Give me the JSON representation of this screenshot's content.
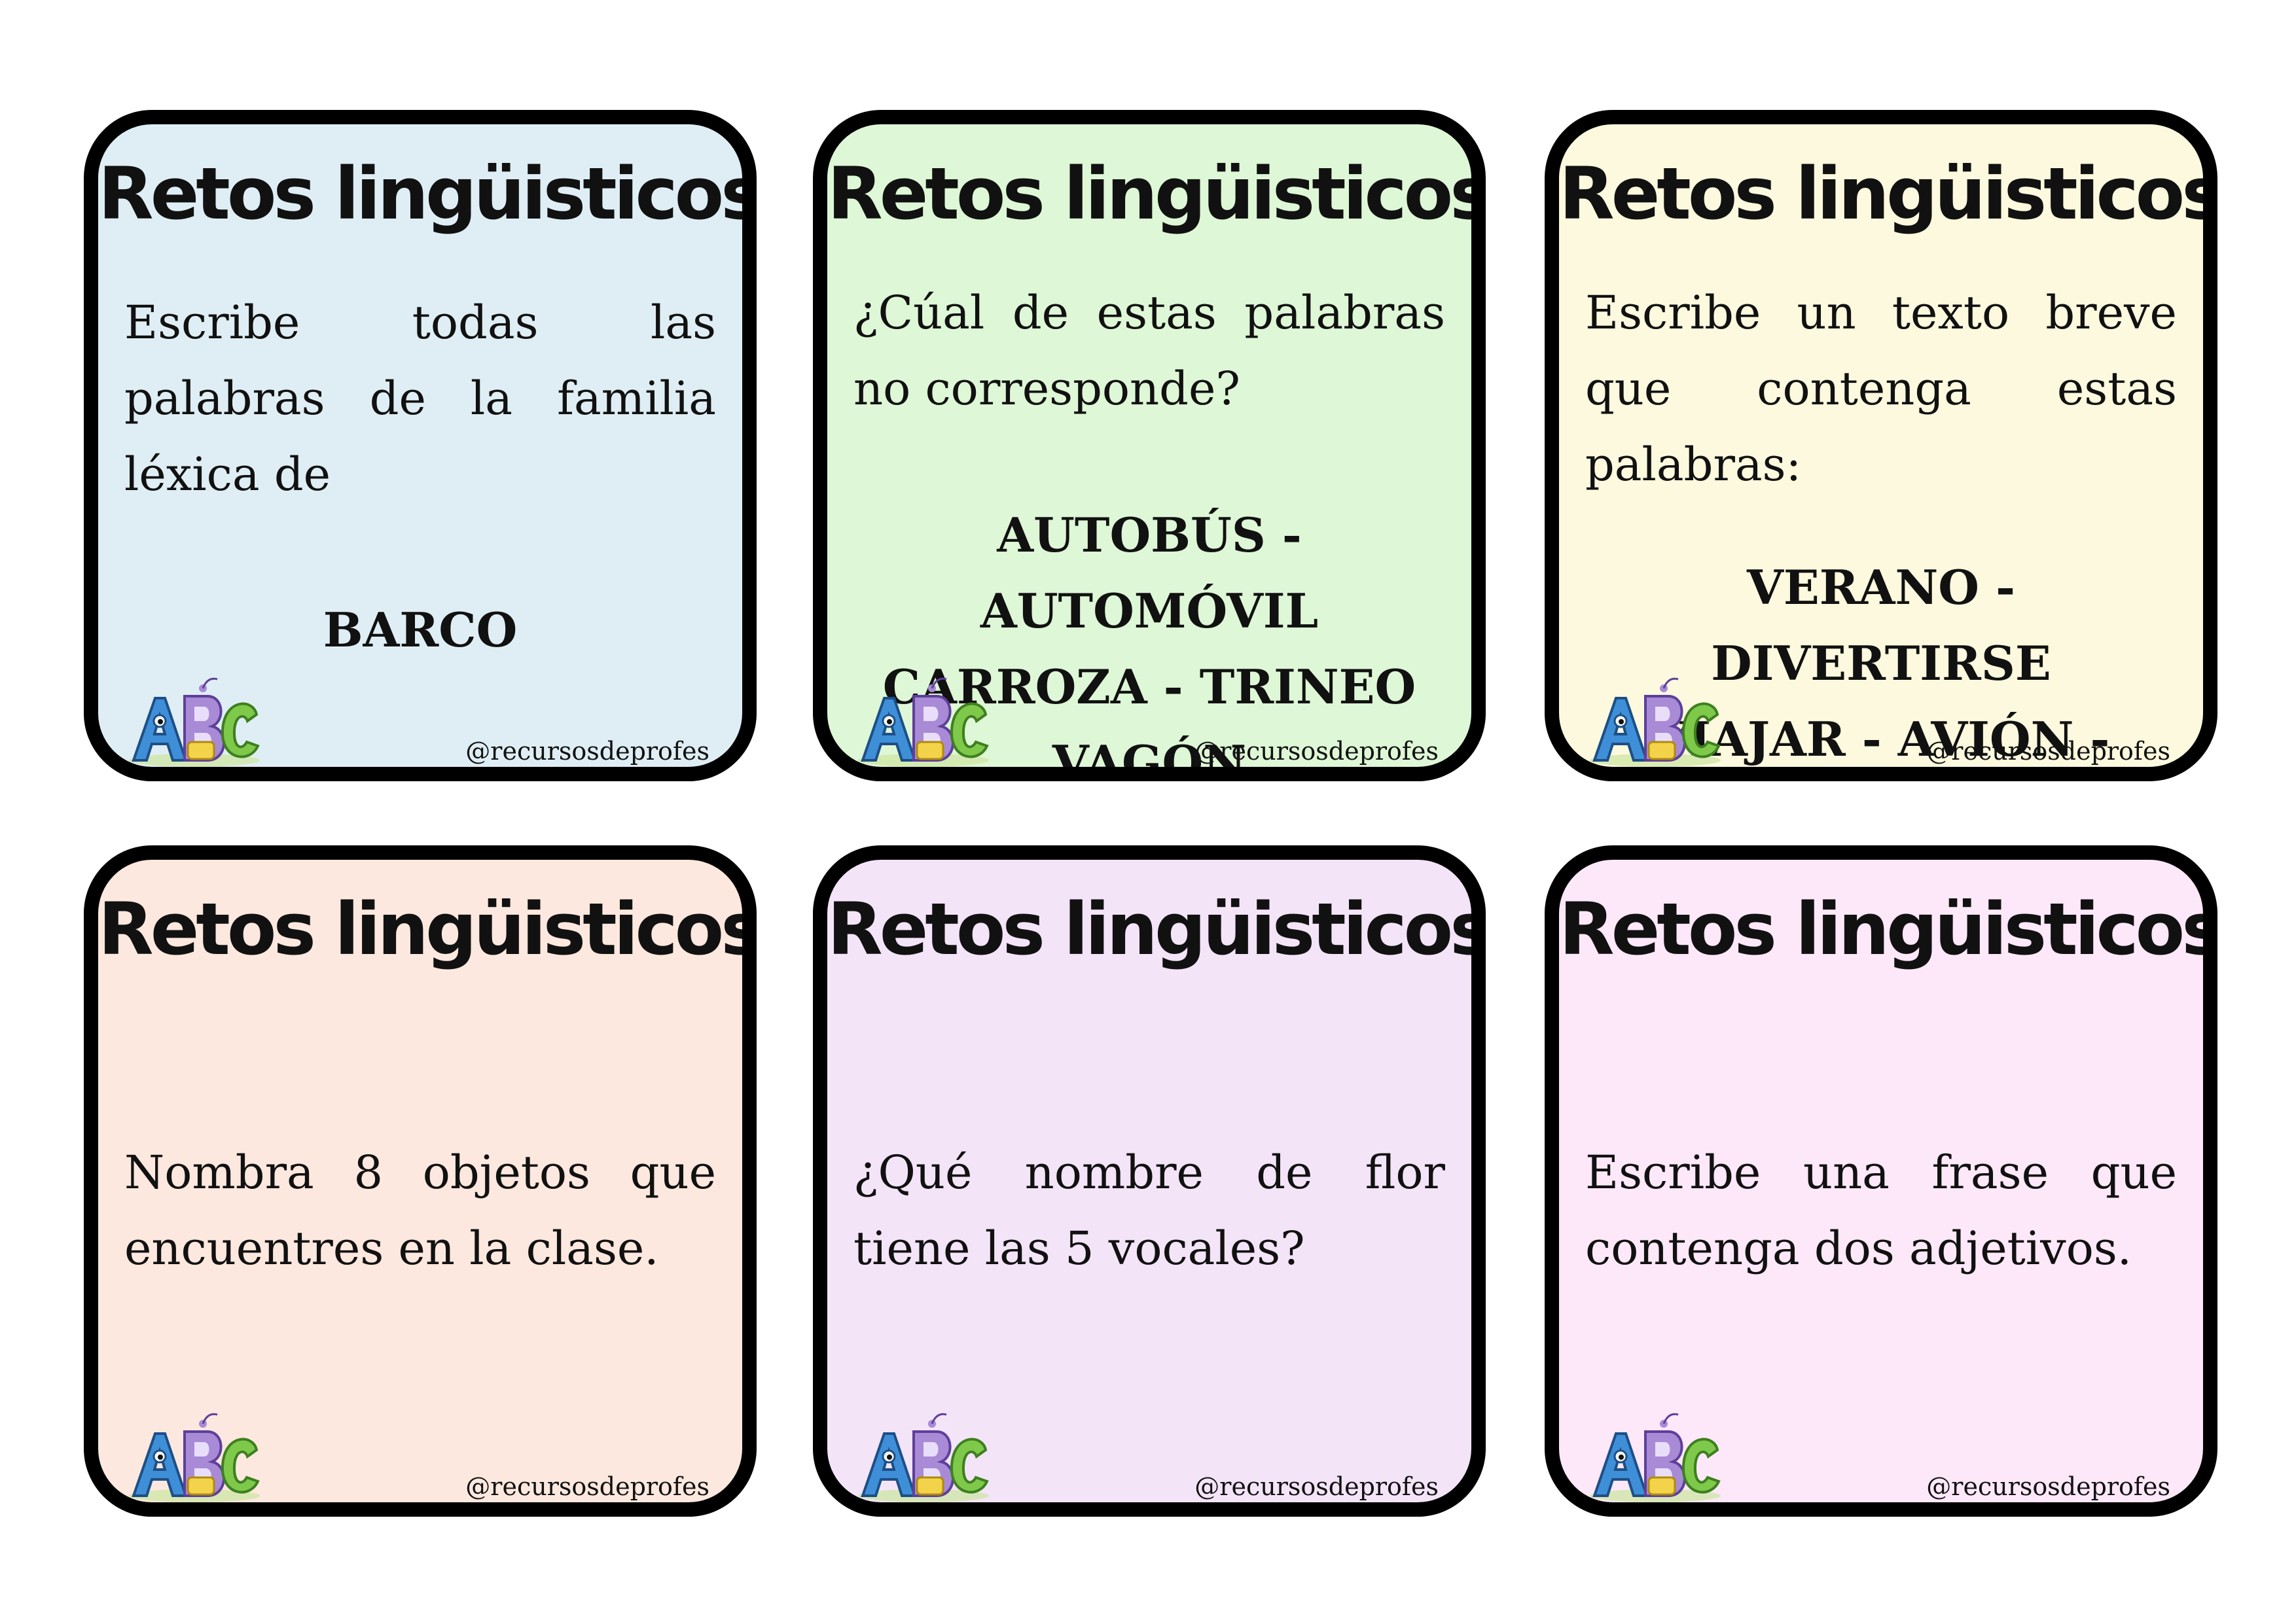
{
  "cards": [
    {
      "title": "Retos lingüisticos",
      "body": "Escribe todas las palabras de la familia léxica de",
      "words": "BARCO",
      "handle": "@recursosdeprofes",
      "color": "#DFEEF4"
    },
    {
      "title": "Retos lingüisticos",
      "body": "¿Cúal de estas palabras no corresponde?",
      "words": "AUTOBÚS - AUTOMÓVIL\nCARROZA -  TRINEO\nVAGÓN",
      "handle": "@recursosdeprofes",
      "color": "#DEF7D6"
    },
    {
      "title": "Retos lingüisticos",
      "body": "Escribe un texto breve que contenga estas palabras:",
      "words": "VERANO - DIVERTIRSE\nVIAJAR - AVIÓN - LLUVIA",
      "handle": "@recursosdeprofes",
      "color": "#FDF9DE"
    },
    {
      "title": "Retos lingüisticos",
      "body": "Nombra 8 objetos que encuentres en la clase.",
      "words": "",
      "handle": "@recursosdeprofes",
      "color": "#FCE8DE"
    },
    {
      "title": "Retos lingüisticos",
      "body": "¿Qué nombre de flor tiene las 5 vocales?",
      "words": "",
      "handle": "@recursosdeprofes",
      "color": "#F4E4F8"
    },
    {
      "title": "Retos lingüisticos",
      "body": "Escribe una frase que contenga dos adjetivos.",
      "words": "",
      "handle": "@recursosdeprofes",
      "color": "#FCE8F8"
    }
  ],
  "logo": {
    "name": "abc-letters-logo",
    "letters": "ABC"
  }
}
